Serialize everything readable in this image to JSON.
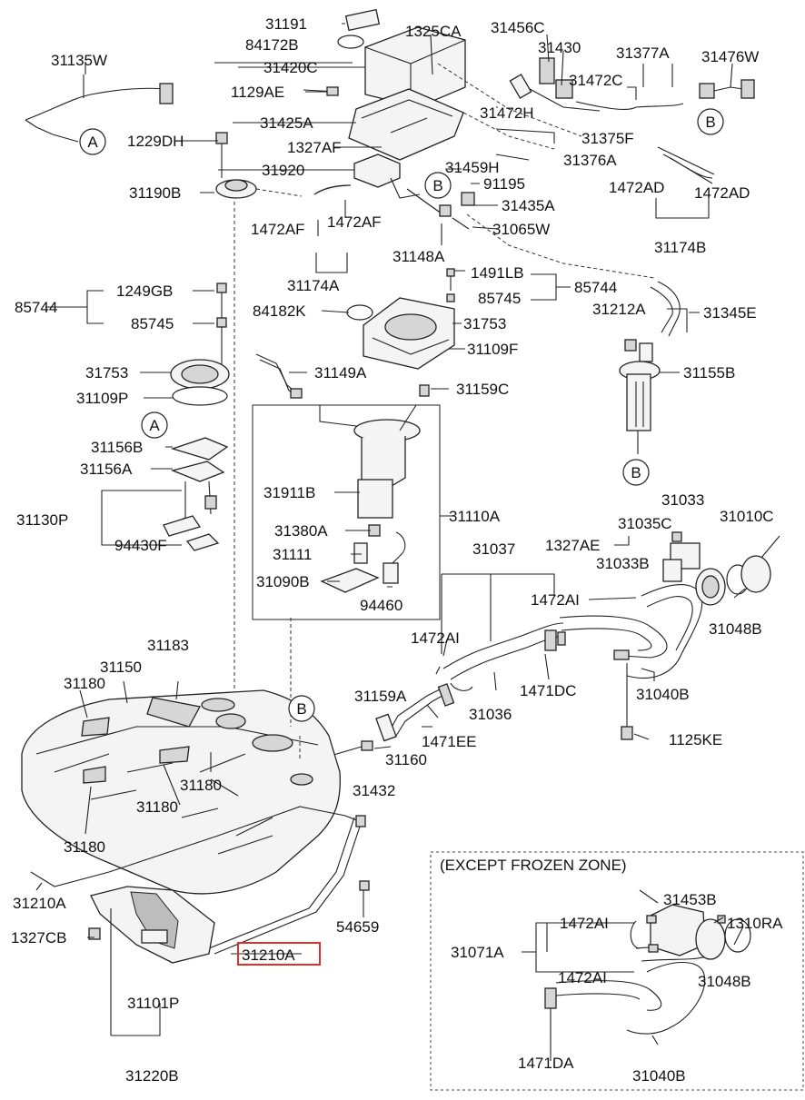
{
  "part_labels": [
    "31191",
    "84172B",
    "1325CA",
    "31456C",
    "31430",
    "31377A",
    "31476W",
    "31135W",
    "31420C",
    "31472C",
    "1129AE",
    "31472H",
    "31425A",
    "1229DH",
    "31375F",
    "1327AF",
    "31376A",
    "31920",
    "31459H",
    "91195",
    "31190B",
    "31435A",
    "1472AD",
    "1472AD",
    "1472AF",
    "1472AF",
    "31065W",
    "31174B",
    "31148A",
    "31174A",
    "1491LB",
    "85744",
    "85744",
    "1249GB",
    "85745",
    "85745",
    "84182K",
    "31753",
    "31212A",
    "31345E",
    "31109F",
    "31753",
    "31149A",
    "31155B",
    "31109P",
    "31159C",
    "31156B",
    "31156A",
    "31911B",
    "31110A",
    "31033",
    "31035C",
    "31010C",
    "31130P",
    "31380A",
    "31037",
    "1327AE",
    "31033B",
    "94430F",
    "31111",
    "31090B",
    "94460",
    "1472AI",
    "31048B",
    "1472AI",
    "31183",
    "31150",
    "31180",
    "31040B",
    "31036",
    "1471DC",
    "31159A",
    "1471EE",
    "31180",
    "31160",
    "1125KE",
    "31432",
    "31180",
    "31180",
    "31210A",
    "54659",
    "1327CB",
    "31210A",
    "31101P",
    "31220B",
    "31453B",
    "1472AI",
    "1310RA",
    "31071A",
    "1472AI",
    "31048B",
    "1471DA",
    "31040B"
  ],
  "refs": {
    "a": "A",
    "b": "B"
  },
  "inset": {
    "title": "(EXCEPT FROZEN ZONE)"
  }
}
